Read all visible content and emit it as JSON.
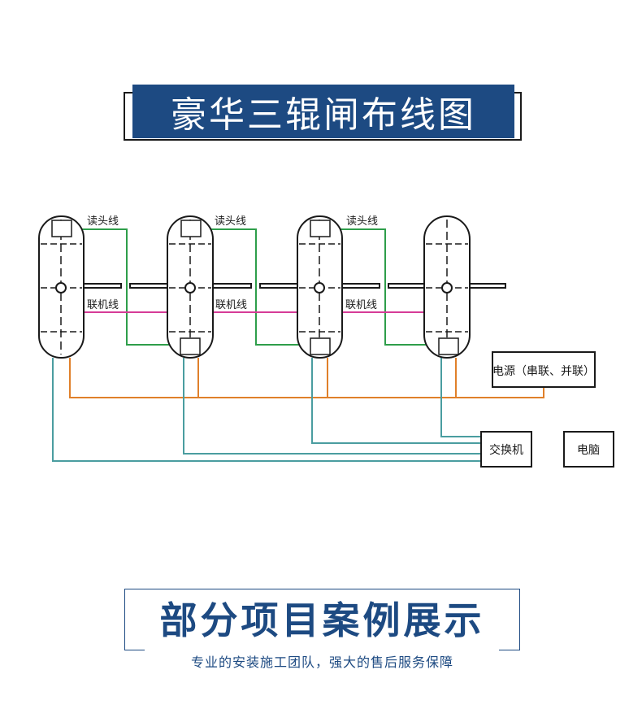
{
  "header": {
    "title": "豪华三辊闸布线图"
  },
  "diagram": {
    "gates": [
      {
        "label_top": "读头线",
        "label_mid": "联机线"
      },
      {
        "label_top": "读头线",
        "label_mid": "联机线"
      },
      {
        "label_top": "读头线",
        "label_mid": "联机线"
      },
      {
        "label_top": "",
        "label_mid": ""
      }
    ],
    "boxes": {
      "power": "电源（串联、并联）",
      "switch": "交换机",
      "computer": "电脑"
    },
    "colors": {
      "reader_line": "#2e9e4a",
      "link_line": "#d63c97",
      "power_line": "#e0802a",
      "network_line": "#4a9da0",
      "outline": "#1a1a1a"
    }
  },
  "section": {
    "title": "部分项目案例展示",
    "subtitle": "专业的安装施工团队，强大的售后服务保障"
  }
}
